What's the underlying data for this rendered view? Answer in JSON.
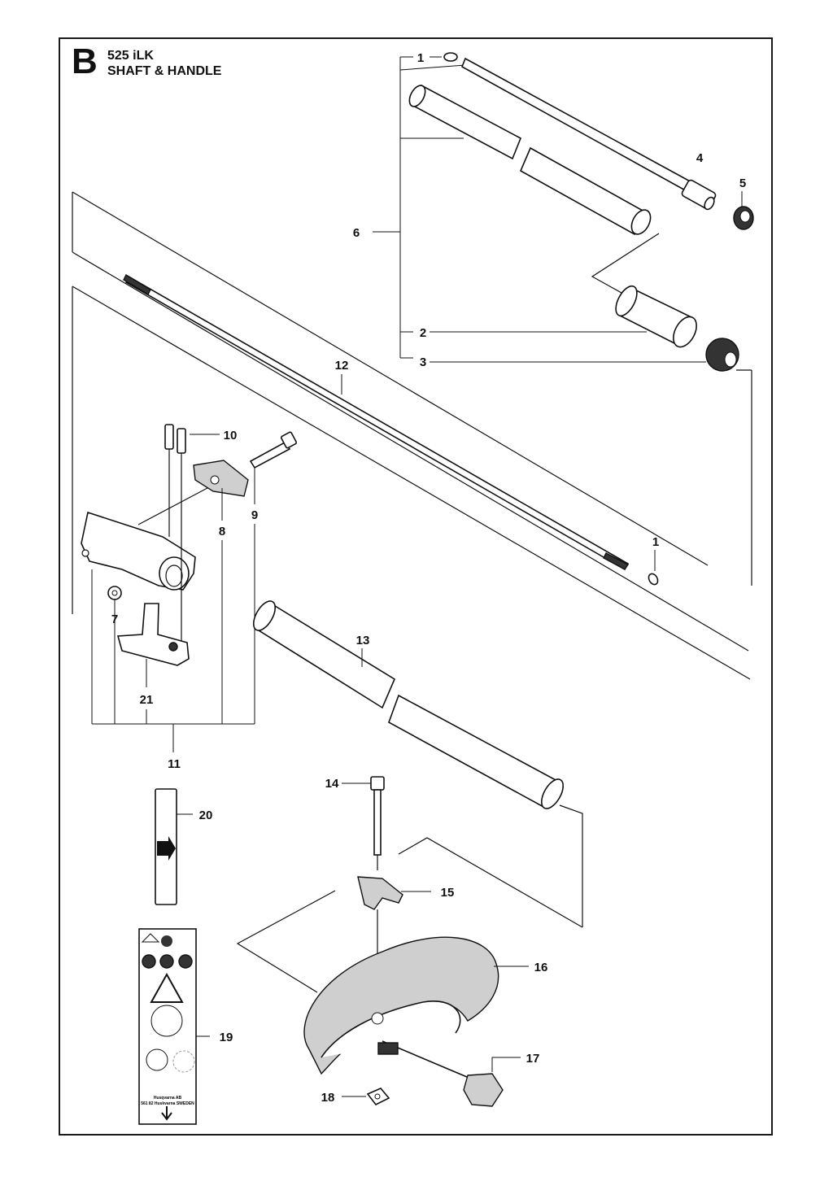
{
  "header": {
    "section_letter": "B",
    "model": "525 iLK",
    "title": "SHAFT & HANDLE"
  },
  "callouts": {
    "c1a": "1",
    "c1b": "1",
    "c2": "2",
    "c3": "3",
    "c4": "4",
    "c5": "5",
    "c6": "6",
    "c7": "7",
    "c8": "8",
    "c9": "9",
    "c10": "10",
    "c11": "11",
    "c12": "12",
    "c13": "13",
    "c14": "14",
    "c15": "15",
    "c16": "16",
    "c17": "17",
    "c18": "18",
    "c19": "19",
    "c20": "20",
    "c21": "21"
  },
  "decal": {
    "company": "Husqvarna AB",
    "address": "561 82 Huskvarna SWEDEN"
  },
  "colors": {
    "ink": "#111111",
    "paper": "#ffffff",
    "part_fill": "#333333"
  }
}
